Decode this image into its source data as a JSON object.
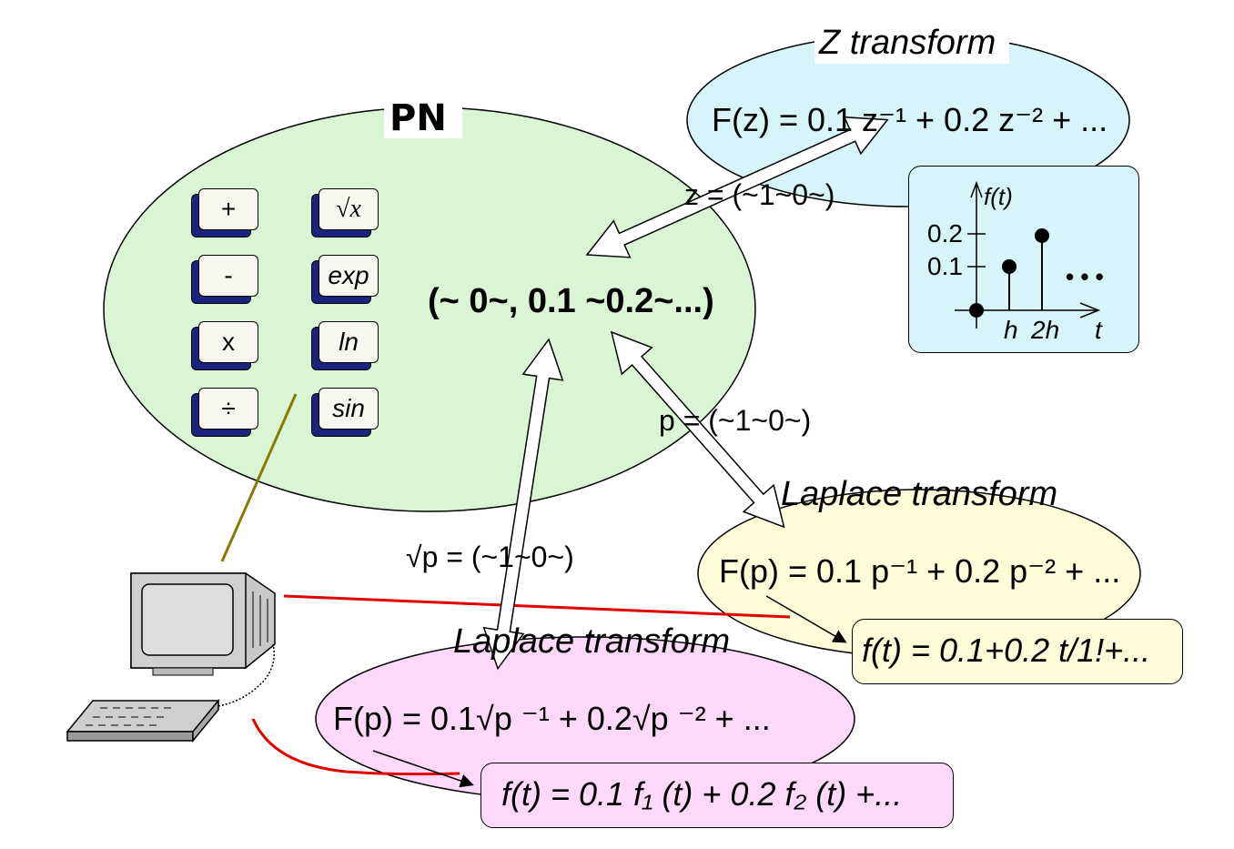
{
  "pn": {
    "title": "PN",
    "sequence": "(~ 0~, 0.1 ~0.2~...)",
    "keys": [
      "+",
      "-",
      "x",
      "÷",
      "√x",
      "exp",
      "ln",
      "sin"
    ]
  },
  "z_transform": {
    "title": "Z transform",
    "formula": "F(z) = 0.1 z⁻¹ + 0.2 z⁻² + ...",
    "mapping": "z = (~1~0~)",
    "inset": {
      "ylabel": "f(t)",
      "y_ticks": [
        "0.2",
        "0.1"
      ],
      "x_ticks": [
        "h",
        "2h"
      ],
      "xlabel": "t",
      "ellipsis": "• • •"
    }
  },
  "laplace_1": {
    "title": "Laplace transform",
    "formula": "F(p) = 0.1 p⁻¹ + 0.2 p⁻² + ...",
    "mapping": "p = (~1~0~)",
    "result": "f(t) = 0.1+0.2 t/1!+..."
  },
  "laplace_2": {
    "title": "Laplace transform",
    "formula": "F(p) = 0.1√p ⁻¹ + 0.2√p ⁻² + ...",
    "mapping": "√p = (~1~0~)",
    "result": "f(t) = 0.1 f₁ (t) + 0.2 f₂ (t) +..."
  },
  "colors": {
    "pn_fill": "#d9f5d3",
    "z_fill": "#d6f4fa",
    "laplace1_fill": "#fdfbd8",
    "laplace2_fill": "#fcd9fb",
    "key_side": "#1a237e",
    "red_line": "#e00000",
    "olive_line": "#8a7a00"
  }
}
